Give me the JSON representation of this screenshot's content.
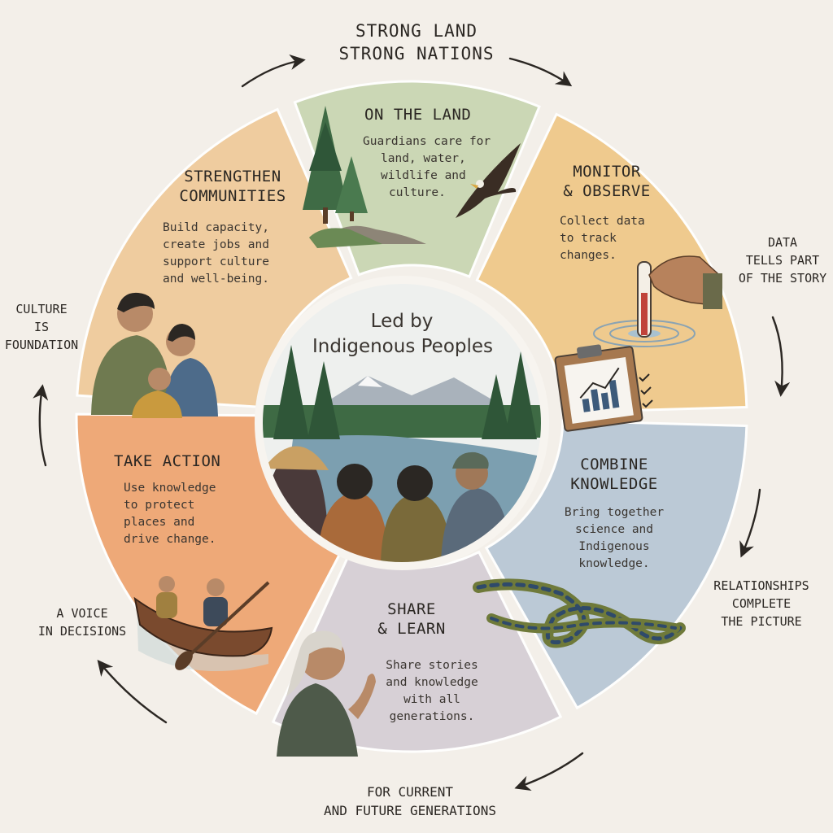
{
  "top": {
    "line1": "STRONG LAND",
    "line2": "STRONG NATIONS"
  },
  "center": {
    "line1": "Led by",
    "line2": "Indigenous Peoples"
  },
  "segments": [
    {
      "title1": "ON THE LAND",
      "text": [
        "Guardians care for",
        "land, water,",
        "wildlife and",
        "culture."
      ],
      "color": "#c9d6b3"
    },
    {
      "title1": "MONITOR",
      "title2": "& OBSERVE",
      "text": [
        "Collect data",
        "to track",
        "changes."
      ],
      "color": "#efc98a"
    },
    {
      "title1": "COMBINE",
      "title2": "KNOWLEDGE",
      "text": [
        "Bring together",
        "science and",
        "Indigenous",
        "knowledge."
      ],
      "color": "#b9c8d6"
    },
    {
      "title1": "SHARE",
      "title2": "& LEARN",
      "text": [
        "Share stories",
        "and knowledge",
        "with all",
        "generations."
      ],
      "color": "#d6cfd6"
    },
    {
      "title1": "TAKE ACTION",
      "text": [
        "Use knowledge",
        "to protect",
        "places and",
        "drive change."
      ],
      "color": "#eea673"
    },
    {
      "title1": "STRENGTHEN",
      "title2": "COMMUNITIES",
      "text": [
        "Build capacity,",
        "create jobs and",
        "support culture",
        "and well-being."
      ],
      "color": "#efcb9c"
    }
  ],
  "outer": {
    "data": [
      "DATA",
      "TELLS PART",
      "OF THE STORY"
    ],
    "relationships": [
      "RELATIONSHIPS",
      "COMPLETE",
      "THE PICTURE"
    ],
    "generations": [
      "FOR CURRENT",
      "AND FUTURE GENERATIONS"
    ],
    "voice": [
      "A VOICE",
      "IN DECISIONS"
    ],
    "culture": [
      "CULTURE",
      "IS",
      "FOUNDATION"
    ]
  },
  "icons": {
    "eagle": "eagle-icon",
    "pines": "pine-trees-icon",
    "thermometer": "water-thermometer-icon",
    "clipboard": "clipboard-chart-icon",
    "rope": "braided-rope-icon",
    "elder": "elder-storyteller-icon",
    "canoe": "canoe-paddlers-icon",
    "family": "family-icon",
    "landscape": "mountain-river-landscape-icon"
  },
  "colors": {
    "background": "#f3efe9",
    "outline": "#f7f4ef",
    "arrow": "#2b2723"
  }
}
